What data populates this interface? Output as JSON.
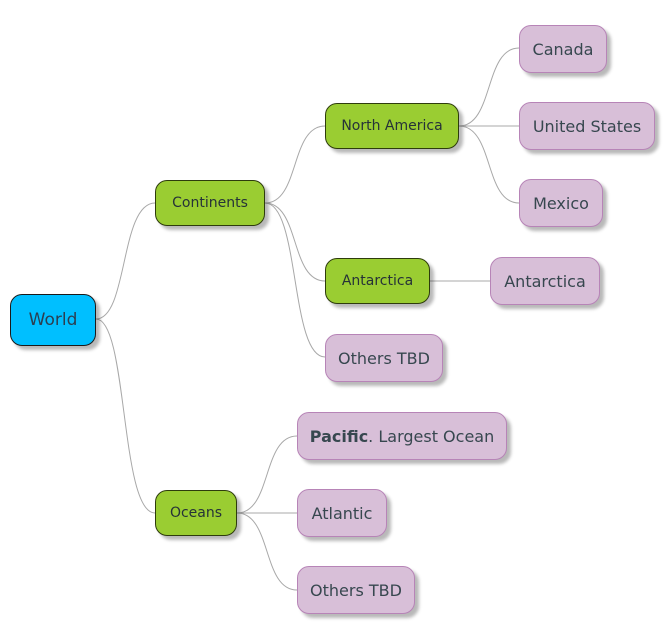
{
  "mindmap": {
    "root": "World",
    "continents": {
      "label": "Continents",
      "north_america": {
        "label": "North America",
        "children": [
          "Canada",
          "United States",
          "Mexico"
        ]
      },
      "antarctica": {
        "label": "Antarctica",
        "children": [
          "Antarctica"
        ]
      },
      "others": "Others TBD"
    },
    "oceans": {
      "label": "Oceans",
      "pacific": {
        "bold": "Pacific",
        "rest": ". Largest Ocean"
      },
      "atlantic": "Atlantic",
      "others": "Others TBD"
    }
  },
  "colors": {
    "root": "#00BFFF",
    "branch": "#9ACD32",
    "leaf": "#D8BFD8",
    "connector": "#A0A0A0"
  }
}
